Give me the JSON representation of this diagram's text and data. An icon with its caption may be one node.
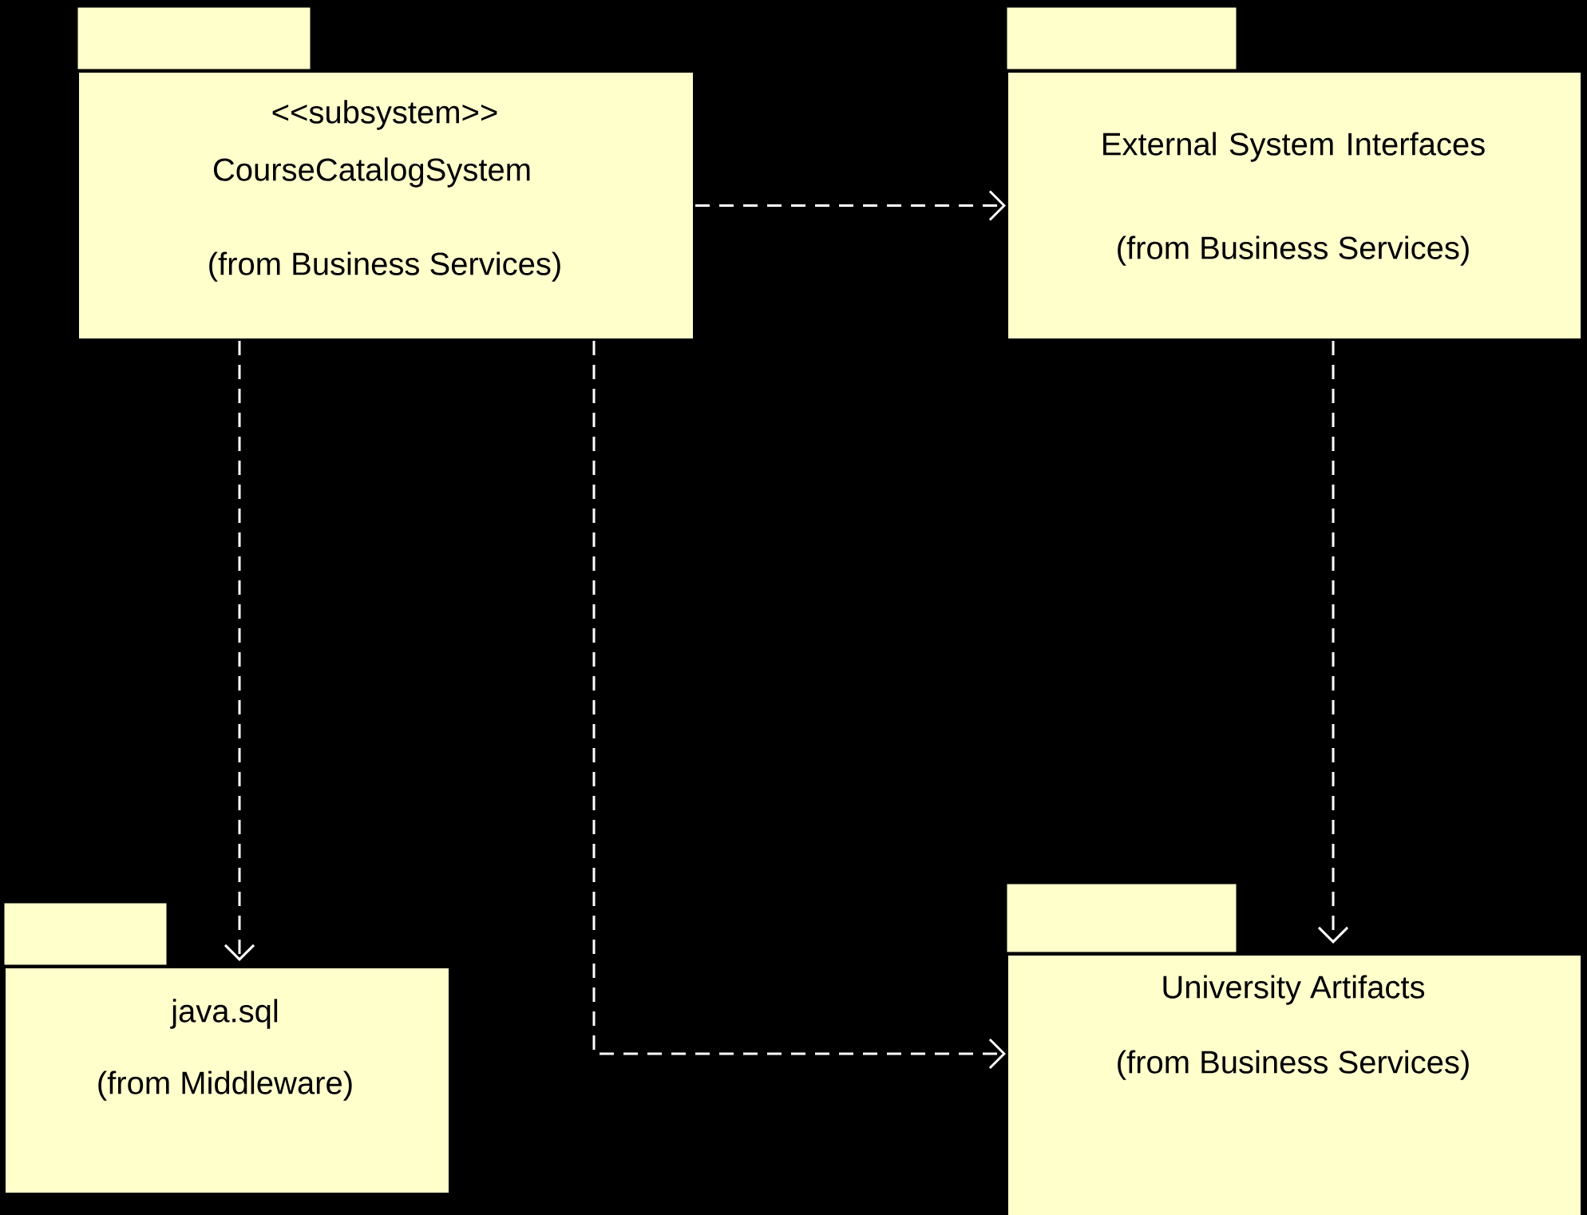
{
  "diagram": {
    "nodes": [
      {
        "text": [
          "<<subsystem>>",
          "CourseCatalogSystem",
          "(from Business Services)"
        ]
      },
      {
        "text": [
          "External System Interfaces",
          "(from Business Services)"
        ]
      },
      {
        "text": [
          "java.sql",
          "(from Middleware)"
        ]
      },
      {
        "text": [
          "University Artifacts",
          "(from Business Services)"
        ]
      }
    ],
    "edges": [
      {
        "from": 0,
        "to": 1,
        "arrow": "to",
        "style": "dashed"
      },
      {
        "from": 0,
        "to": 2,
        "arrow": "to",
        "style": "dashed"
      },
      {
        "from": 0,
        "to": 3,
        "arrow": "to",
        "style": "dashed"
      },
      {
        "from": 1,
        "to": 3,
        "arrow": "to",
        "style": "dashed"
      }
    ]
  }
}
